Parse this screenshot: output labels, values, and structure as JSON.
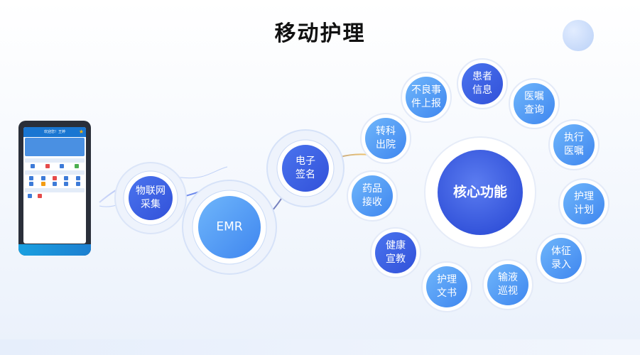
{
  "title": "移动护理",
  "flow": {
    "iot": [
      "物联网",
      "采集"
    ],
    "emr": "EMR",
    "esign": [
      "电子",
      "签名"
    ]
  },
  "core": "核心功能",
  "functions": [
    [
      "患者",
      "信息"
    ],
    [
      "医嘱",
      "查询"
    ],
    [
      "执行",
      "医嘱"
    ],
    [
      "护理",
      "计划"
    ],
    [
      "体征",
      "录入"
    ],
    [
      "输液",
      "巡视"
    ],
    [
      "护理",
      "文书"
    ],
    [
      "健康",
      "宣教"
    ],
    [
      "药品",
      "接收"
    ],
    [
      "转科",
      "出院"
    ],
    [
      "不良事",
      "件上报"
    ]
  ],
  "phone": {
    "header": "欢迎您！王婷"
  },
  "colors": {
    "node_dark": "#3d63e6",
    "node_light": "#5aa4f5",
    "ring": "#dfe8fb"
  }
}
